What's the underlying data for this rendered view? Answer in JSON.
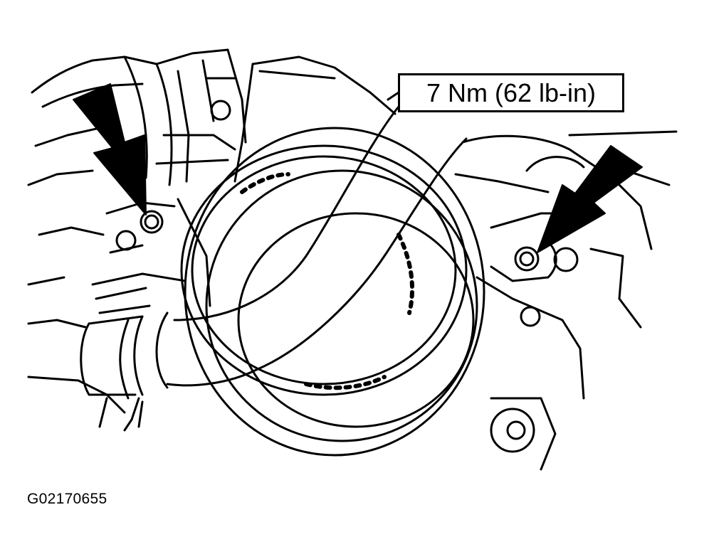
{
  "callout": {
    "torque": "7 Nm (62 lb-in)"
  },
  "figure": {
    "id": "G02170655"
  },
  "arrows": [
    {
      "points_to": "left-bolt"
    },
    {
      "points_to": "right-bolt"
    }
  ],
  "icons": {
    "left_arrow": "arrow-down-right-icon",
    "right_arrow": "arrow-down-left-icon"
  },
  "colors": {
    "ink": "#000000",
    "paper": "#ffffff"
  }
}
